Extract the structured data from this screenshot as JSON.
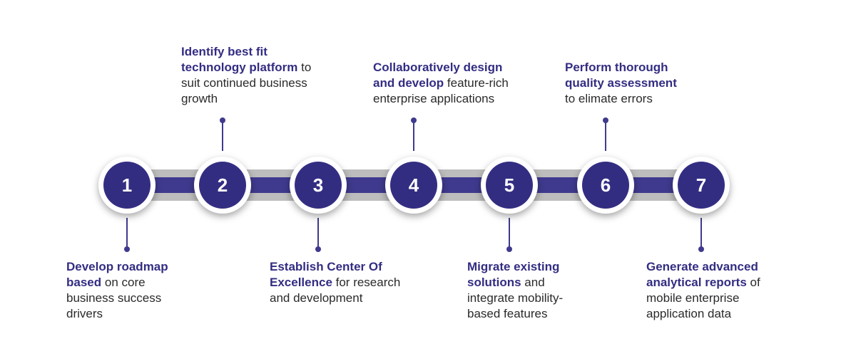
{
  "accent_color": "#332d82",
  "track_color": "#bdbdbd",
  "steps": [
    {
      "number": "1",
      "bold": "Develop roadmap based",
      "rest": " on core business success drivers",
      "position": "bottom"
    },
    {
      "number": "2",
      "bold": "Identify best fit technology platform",
      "rest": " to suit continued business growth",
      "position": "top"
    },
    {
      "number": "3",
      "bold": "Establish Center Of Excellence",
      "rest": " for research and development",
      "position": "bottom"
    },
    {
      "number": "4",
      "bold": "Collaboratively design and develop",
      "rest": " feature-rich enterprise applications",
      "position": "top"
    },
    {
      "number": "5",
      "bold": "Migrate existing solutions",
      "rest": " and integrate mobility-based features",
      "position": "bottom"
    },
    {
      "number": "6",
      "bold": "Perform thorough quality assessment",
      "rest": " to elimate errors",
      "position": "top"
    },
    {
      "number": "7",
      "bold": "Generate advanced analytical reports",
      "rest": " of mobile enterprise application data",
      "position": "bottom"
    }
  ]
}
